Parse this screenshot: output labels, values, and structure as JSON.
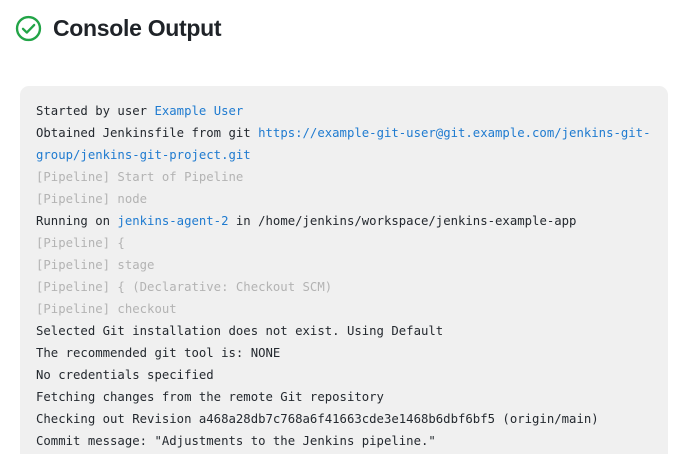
{
  "header": {
    "title": "Console Output",
    "status_icon": "check-circle-icon",
    "status_color": "#22a447"
  },
  "theme": {
    "page_background": "#ffffff",
    "panel_background": "#f0f0f0",
    "text_color": "#24292f",
    "link_color": "#1f7bd0",
    "muted_color": "#b3b3b3"
  },
  "console": {
    "lines": [
      {
        "segments": [
          {
            "text": "Started by user ",
            "style": "plain"
          },
          {
            "text": "Example User",
            "style": "link"
          }
        ]
      },
      {
        "segments": [
          {
            "text": "Obtained Jenkinsfile from git ",
            "style": "plain"
          },
          {
            "text": "https://example-git-user@git.example.com/jenkins-git-group/jenkins-git-project.git",
            "style": "link"
          }
        ]
      },
      {
        "segments": [
          {
            "text": "[Pipeline] Start of Pipeline",
            "style": "muted"
          }
        ]
      },
      {
        "segments": [
          {
            "text": "[Pipeline] node",
            "style": "muted"
          }
        ]
      },
      {
        "segments": [
          {
            "text": "Running on ",
            "style": "plain"
          },
          {
            "text": "jenkins-agent-2",
            "style": "link"
          },
          {
            "text": " in /home/jenkins/workspace/jenkins-example-app",
            "style": "plain"
          }
        ]
      },
      {
        "segments": [
          {
            "text": "[Pipeline] {",
            "style": "muted"
          }
        ]
      },
      {
        "segments": [
          {
            "text": "[Pipeline] stage",
            "style": "muted"
          }
        ]
      },
      {
        "segments": [
          {
            "text": "[Pipeline] { (Declarative: Checkout SCM)",
            "style": "muted"
          }
        ]
      },
      {
        "segments": [
          {
            "text": "[Pipeline] checkout",
            "style": "muted"
          }
        ]
      },
      {
        "segments": [
          {
            "text": "Selected Git installation does not exist. Using Default",
            "style": "plain"
          }
        ]
      },
      {
        "segments": [
          {
            "text": "The recommended git tool is: NONE",
            "style": "plain"
          }
        ]
      },
      {
        "segments": [
          {
            "text": "No credentials specified",
            "style": "plain"
          }
        ]
      },
      {
        "segments": [
          {
            "text": "Fetching changes from the remote Git repository",
            "style": "plain"
          }
        ]
      },
      {
        "segments": [
          {
            "text": "Checking out Revision a468a28db7c768a6f41663cde3e1468b6dbf6bf5 (origin/main)",
            "style": "plain"
          }
        ]
      },
      {
        "segments": [
          {
            "text": "Commit message: \"Adjustments to the Jenkins pipeline.\"",
            "style": "plain"
          }
        ]
      }
    ]
  }
}
